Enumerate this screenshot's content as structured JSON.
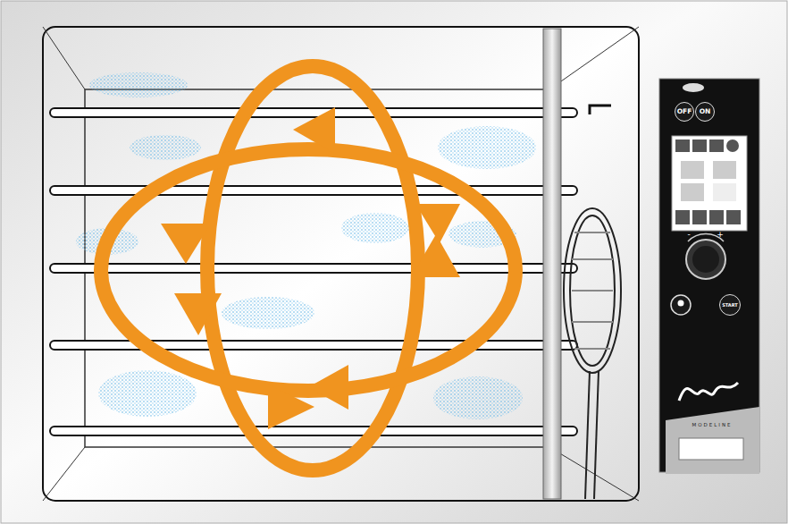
{
  "diagram": {
    "nodes": [
      {
        "text": [
          "OFF"
        ]
      },
      {
        "text": [
          "ON"
        ]
      },
      {
        "text": [
          "START"
        ]
      }
    ],
    "labels": [
      "-",
      "+",
      "MODELINE"
    ]
  }
}
